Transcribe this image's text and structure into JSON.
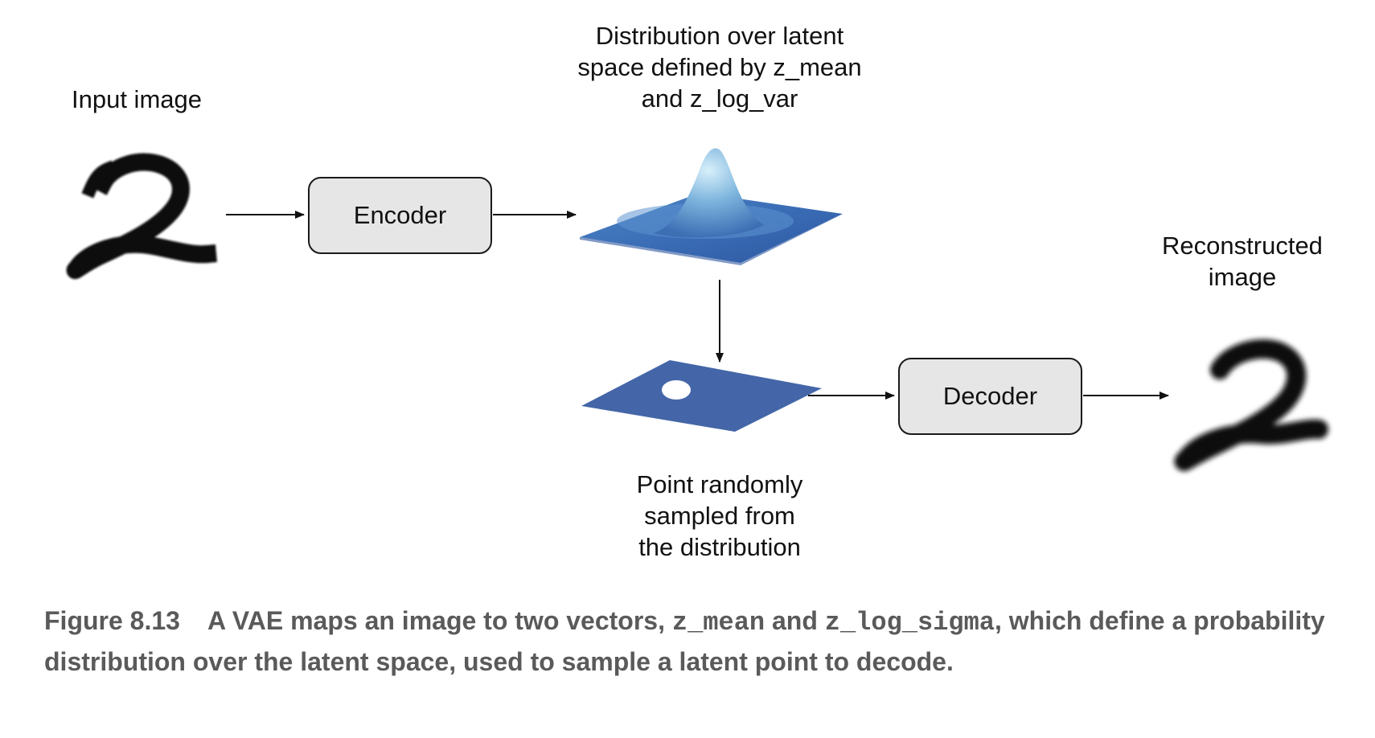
{
  "labels": {
    "input_image": "Input image",
    "distribution": [
      "Distribution over latent",
      "space defined by z_mean",
      "and z_log_var"
    ],
    "reconstructed": [
      "Reconstructed",
      "image"
    ],
    "sampled_point": [
      "Point randomly",
      "sampled from",
      "the distribution"
    ]
  },
  "nodes": {
    "encoder": "Encoder",
    "decoder": "Decoder"
  },
  "caption": {
    "figure_number": "Figure 8.13",
    "text_1": "A VAE maps an image to two vectors,",
    "code_1": "z_mean",
    "text_2": "and",
    "code_2": "z_log_sigma",
    "text_3": ", which define a probability distribution over the latent space, used to sample a latent point to decode."
  },
  "colors": {
    "box_fill": "#e6e6e6",
    "box_border": "#1a1a1a",
    "plane_blue": "#4466a8",
    "surface_light": "#bfe2f2",
    "surface_dark": "#2f5aa8",
    "caption_gray": "#5a5a5a",
    "digit_ink": "#111111"
  },
  "icons": {
    "input_digit": "handwritten-digit-2-icon",
    "reconstructed_digit": "blurred-digit-2-icon",
    "gaussian": "gaussian-surface-icon",
    "latent_plane": "latent-plane-icon"
  }
}
